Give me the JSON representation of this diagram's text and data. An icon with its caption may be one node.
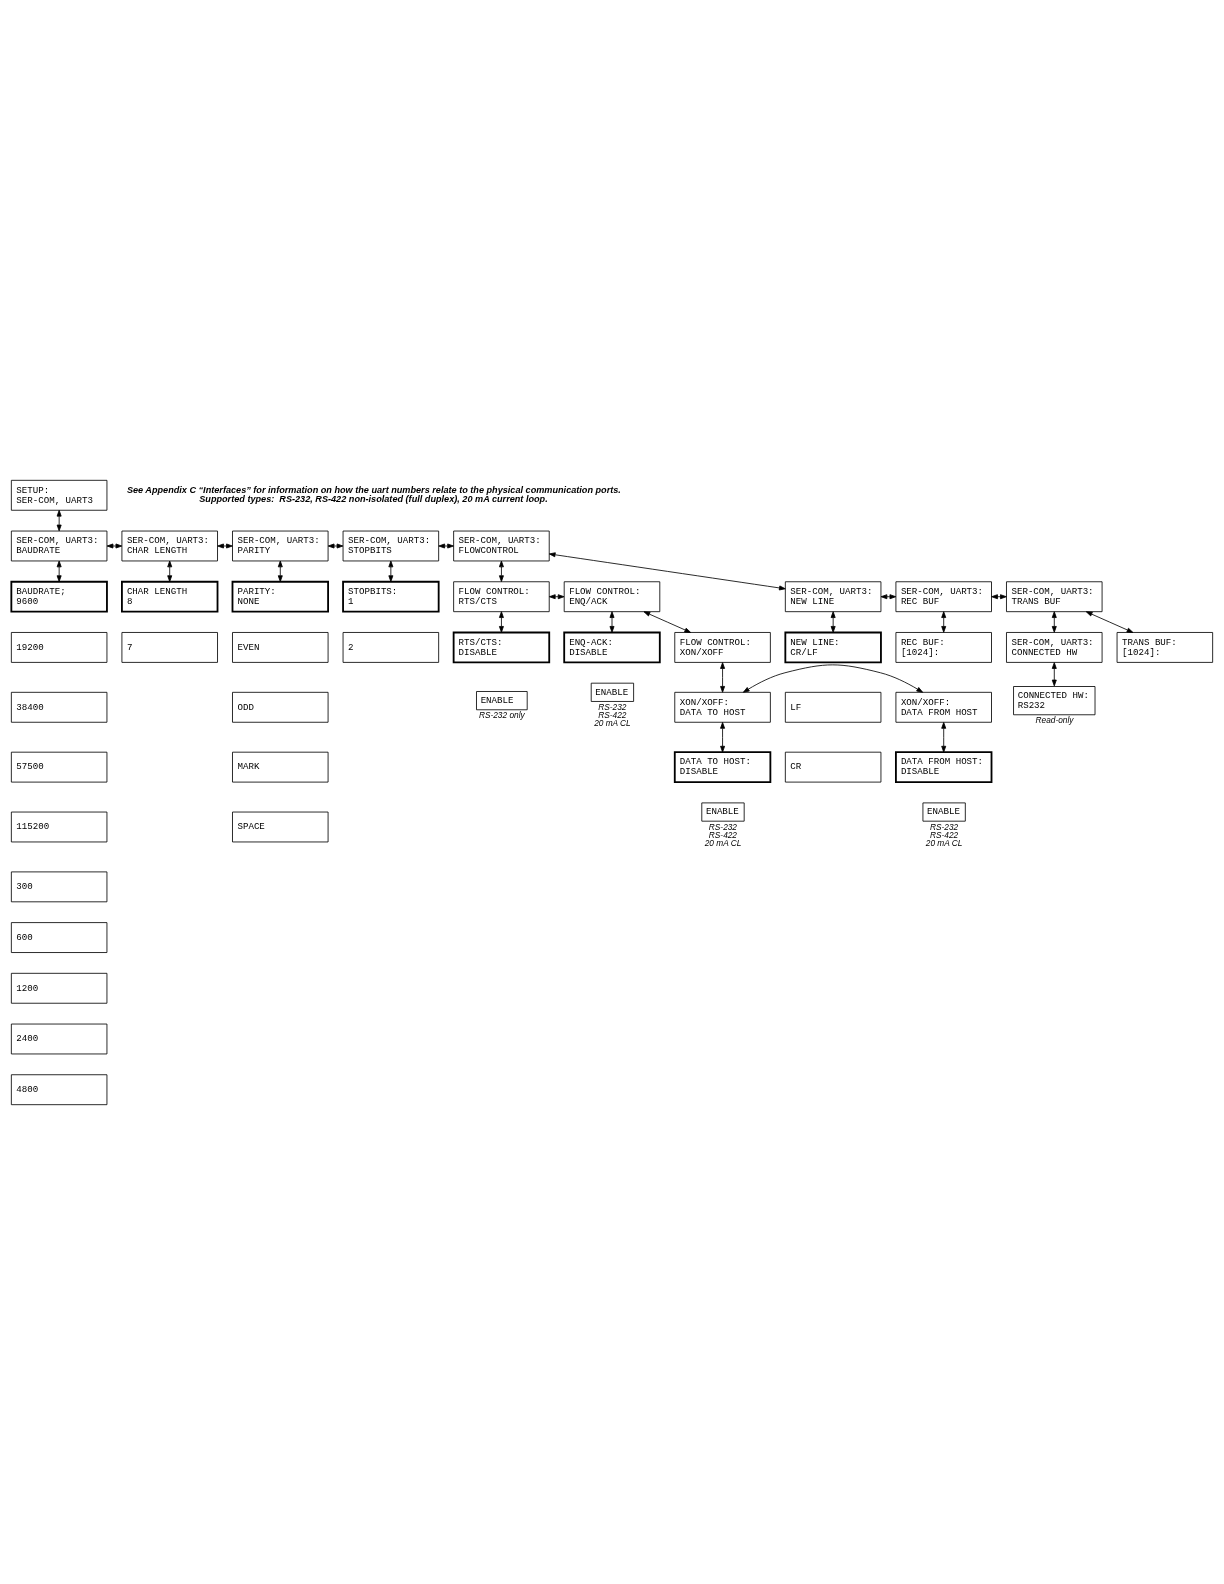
{
  "diagram": {
    "nodes": [
      {
        "text": [
          "SETUP:",
          "SER-COM, UART3"
        ]
      },
      {
        "text": [
          "SER-COM, UART3:",
          "BAUDRATE"
        ]
      },
      {
        "text": [
          "SER-COM, UART3:",
          "CHAR LENGTH"
        ]
      },
      {
        "text": [
          "SER-COM, UART3:",
          "PARITY"
        ]
      },
      {
        "text": [
          "SER-COM, UART3:",
          "STOPBITS"
        ]
      },
      {
        "text": [
          "SER-COM, UART3:",
          "FLOWCONTROL"
        ]
      },
      {
        "text": [
          "BAUDRATE;",
          "9600"
        ]
      },
      {
        "text": [
          "19200"
        ]
      },
      {
        "text": [
          "38400"
        ]
      },
      {
        "text": [
          "57500"
        ]
      },
      {
        "text": [
          "115200"
        ]
      },
      {
        "text": [
          "300"
        ]
      },
      {
        "text": [
          "600"
        ]
      },
      {
        "text": [
          "1200"
        ]
      },
      {
        "text": [
          "2400"
        ]
      },
      {
        "text": [
          "4800"
        ]
      },
      {
        "text": [
          "CHAR LENGTH",
          "8"
        ]
      },
      {
        "text": [
          "7"
        ]
      },
      {
        "text": [
          "PARITY:",
          "NONE"
        ]
      },
      {
        "text": [
          "EVEN"
        ]
      },
      {
        "text": [
          "ODD"
        ]
      },
      {
        "text": [
          "MARK"
        ]
      },
      {
        "text": [
          "SPACE"
        ]
      },
      {
        "text": [
          "STOPBITS:",
          "1"
        ]
      },
      {
        "text": [
          "2"
        ]
      },
      {
        "text": [
          "FLOW CONTROL:",
          "RTS/CTS"
        ]
      },
      {
        "text": [
          "FLOW CONTROL:",
          "ENQ/ACK"
        ]
      },
      {
        "text": [
          "RTS/CTS:",
          "DISABLE"
        ]
      },
      {
        "text": [
          "ENABLE"
        ],
        "beside": [
          "RS-232 only"
        ]
      },
      {
        "text": [
          "ENQ-ACK:",
          "DISABLE"
        ]
      },
      {
        "text": [
          "ENABLE"
        ],
        "beside": [
          "RS-232",
          "RS-422",
          "20 mA CL"
        ]
      },
      {
        "text": [
          "SER-COM, UART3:",
          "NEW LINE"
        ]
      },
      {
        "text": [
          "SER-COM, UART3:",
          "REC BUF"
        ]
      },
      {
        "text": [
          "SER-COM, UART3:",
          "TRANS BUF"
        ]
      },
      {
        "text": [
          "FLOW CONTROL:",
          "XON/XOFF"
        ]
      },
      {
        "text": [
          "NEW LINE:",
          "CR/LF"
        ]
      },
      {
        "text": [
          "LF"
        ]
      },
      {
        "text": [
          "CR"
        ]
      },
      {
        "text": [
          "REC BUF:",
          "[1024]:"
        ]
      },
      {
        "text": [
          "TRANS BUF:",
          "[1024]:"
        ]
      },
      {
        "text": [
          "XON/XOFF:",
          "DATA TO HOST"
        ]
      },
      {
        "text": [
          "XON/XOFF:",
          "DATA FROM HOST"
        ]
      },
      {
        "text": [
          "DATA TO HOST:",
          "DISABLE"
        ]
      },
      {
        "text": [
          "ENABLE"
        ],
        "beside": [
          "RS-232",
          "RS-422",
          "20 mA CL"
        ]
      },
      {
        "text": [
          "DATA FROM HOST:",
          "DISABLE"
        ]
      },
      {
        "text": [
          "ENABLE"
        ],
        "beside": [
          "RS-232",
          "RS-422",
          "20 mA CL"
        ]
      },
      {
        "text": [
          "SER-COM, UART3:",
          "CONNECTED HW"
        ]
      },
      {
        "text": [
          "CONNECTED HW:",
          "RS232"
        ],
        "beside": [
          "Read-only"
        ]
      }
    ],
    "edges": [
      {
        "from": 0,
        "to": 1,
        "arrow": "both"
      },
      {
        "from": 1,
        "to": 2,
        "arrow": "both"
      },
      {
        "from": 2,
        "to": 3,
        "arrow": "both"
      },
      {
        "from": 3,
        "to": 4,
        "arrow": "both"
      },
      {
        "from": 4,
        "to": 5,
        "arrow": "both"
      },
      {
        "from": 1,
        "to": 6,
        "arrow": "both"
      },
      {
        "from": 2,
        "to": 16,
        "arrow": "both"
      },
      {
        "from": 3,
        "to": 18,
        "arrow": "both"
      },
      {
        "from": 4,
        "to": 23,
        "arrow": "both"
      },
      {
        "from": 5,
        "to": 25,
        "arrow": "both"
      },
      {
        "from": 25,
        "to": 26,
        "arrow": "both"
      },
      {
        "from": 25,
        "to": 27,
        "arrow": "both"
      },
      {
        "from": 26,
        "to": 29,
        "arrow": "both"
      },
      {
        "from": 5,
        "to": 31,
        "arrow": "both"
      },
      {
        "from": 26,
        "to": 34,
        "arrow": "both"
      },
      {
        "from": 31,
        "to": 32,
        "arrow": "both"
      },
      {
        "from": 32,
        "to": 33,
        "arrow": "both"
      },
      {
        "from": 31,
        "to": 35,
        "arrow": "both"
      },
      {
        "from": 32,
        "to": 38,
        "arrow": "both"
      },
      {
        "from": 33,
        "to": 39,
        "arrow": "both"
      },
      {
        "from": 34,
        "to": 40,
        "arrow": "both"
      },
      {
        "from": 40,
        "to": 41,
        "arrow": "both"
      },
      {
        "from": 40,
        "to": 42,
        "arrow": "both"
      },
      {
        "from": 41,
        "to": 44,
        "arrow": "both"
      },
      {
        "from": 33,
        "to": 46,
        "arrow": "both"
      },
      {
        "from": 46,
        "to": 47,
        "arrow": "both"
      }
    ],
    "labels": [
      "See Appendix C “Interfaces” for information on how the uart numbers relate to the physical communication ports.",
      "Supported types:  RS-232, RS-422 non-isolated (full duplex), 20 mA current loop."
    ]
  }
}
